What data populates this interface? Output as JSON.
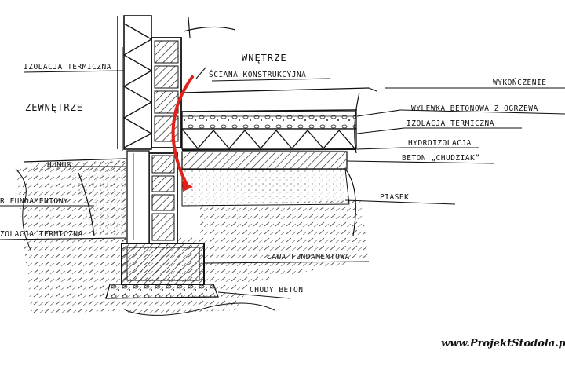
{
  "labels": {
    "izolacja_termiczna_top": "IZOLACJA TERMICZNA",
    "wnetrze": "WNĘTRZE",
    "sciana_konstrukcyjna": "ŚCIANA KONSTRUKCYJNA",
    "zewnetrze": "ZEWNĘTRZE",
    "wykonczenie": "WYKOŃCZENIE",
    "wylewka": "WYLEWKA BETONOWA Z OGRZEWA",
    "izolacja_termiczna_floor": "IZOLACJA TERMICZNA",
    "hydroizolacja": "HYDROIZOLACJA",
    "beton_chudziak": "BETON „CHUDZIAK”",
    "humus": "HUMUS",
    "mur_fundamentowy": "R FUNDAMENTOWY",
    "piasek": "PIASEK",
    "izolacja_termiczna_low": "ZOLACJA TERMICZNA",
    "lawa_fundamentowa": "ŁAWA FUNDAMENTOWA",
    "chudy_beton": "CHUDY BETON"
  },
  "watermark": "www.ProjektStodola.p",
  "colors": {
    "ink": "#111111",
    "arrow": "#e0221a",
    "background": "#ffffff"
  }
}
